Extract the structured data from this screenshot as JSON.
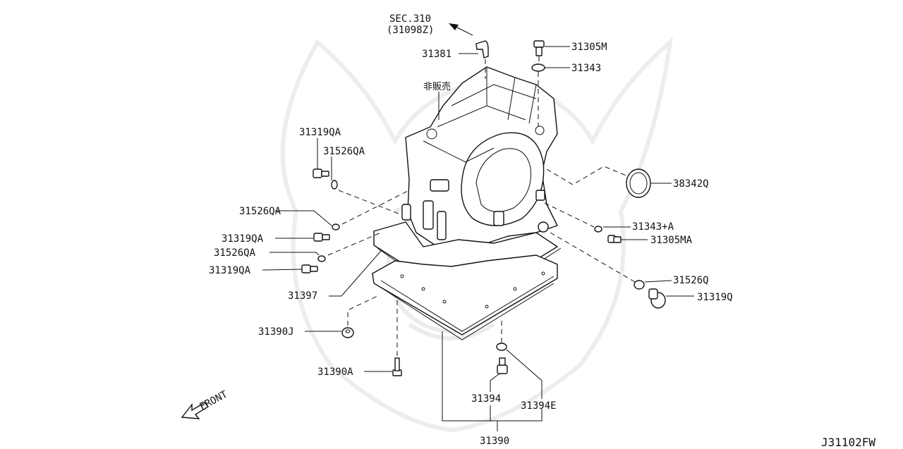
{
  "diagram": {
    "section_ref_1": "SEC.310",
    "section_ref_2": "(31098Z)",
    "not_for_sale": "非販売",
    "front_label": "FRONT",
    "figure_code": "J31102FW",
    "parts": [
      "31381",
      "31305M",
      "31343",
      "31319QA",
      "31526QA",
      "38342Q",
      "31526QA",
      "31319QA",
      "31526QA",
      "31319QA",
      "31343+A",
      "31305MA",
      "31397",
      "31526Q",
      "31319Q",
      "31390J",
      "31390A",
      "31394",
      "31394E",
      "31390"
    ]
  }
}
